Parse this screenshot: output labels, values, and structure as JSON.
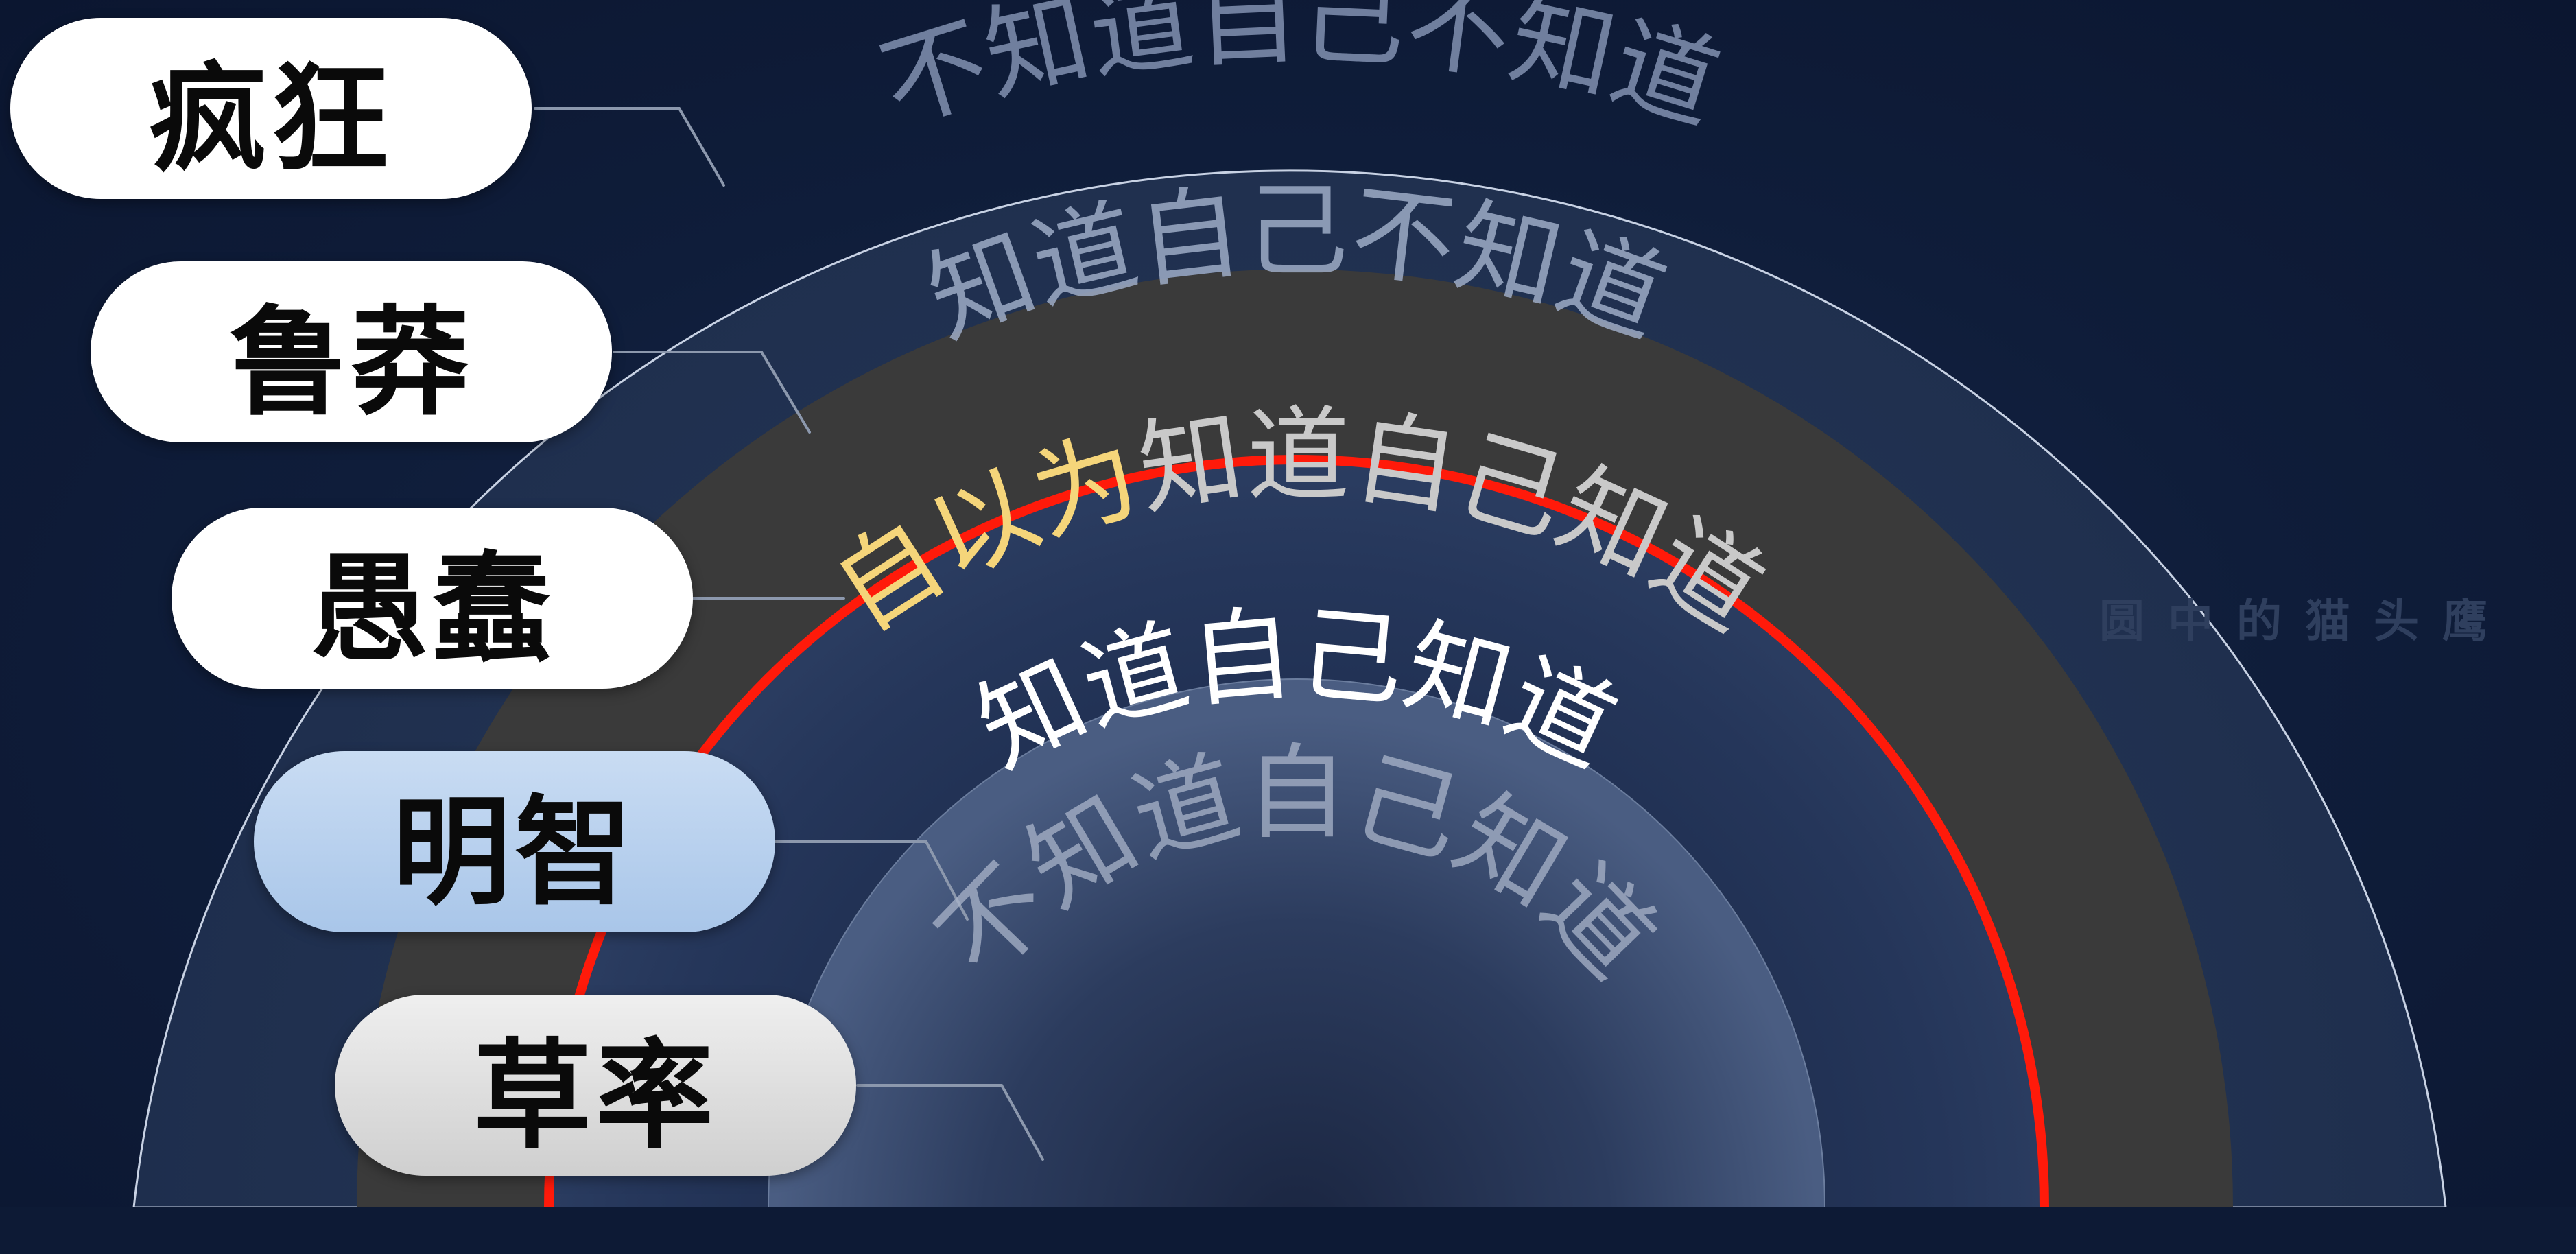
{
  "levels": [
    {
      "label": "疯狂",
      "ring_text": "不知道自己不知道"
    },
    {
      "label": "鲁莽",
      "ring_text": "知道自己不知道"
    },
    {
      "label": "愚蠢",
      "ring_text_highlight": "自以为",
      "ring_text": "知道自己知道"
    },
    {
      "label": "明智",
      "ring_text": "知道自己知道"
    },
    {
      "label": "草率",
      "ring_text": "不知道自己知道"
    }
  ],
  "watermark": "圆中的猫头鹰",
  "colors": {
    "background": "#0f1d3a",
    "dark_band": "#3a3a3a",
    "red_ring": "#ff1a0a",
    "highlight": "#f5d57a",
    "inner_text": "#ffffff",
    "faded_text": "#8a99b8"
  }
}
